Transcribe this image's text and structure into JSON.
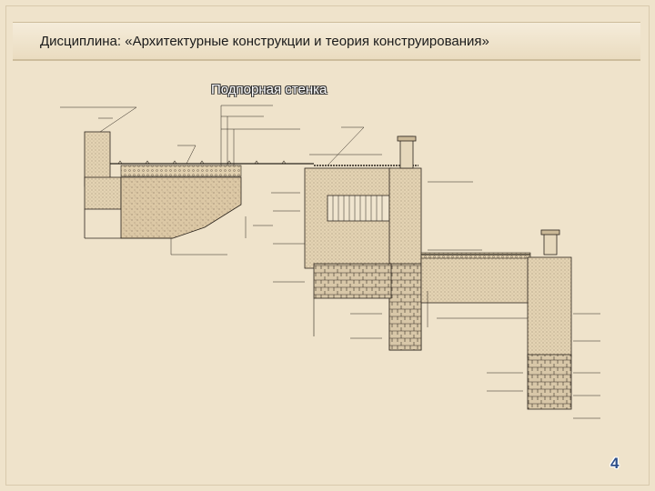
{
  "header": {
    "title": "Дисциплина: «Архитектурные конструкции и теория конструирования»"
  },
  "drawing": {
    "title": "Подпорная стенка"
  },
  "page_number": "4"
}
